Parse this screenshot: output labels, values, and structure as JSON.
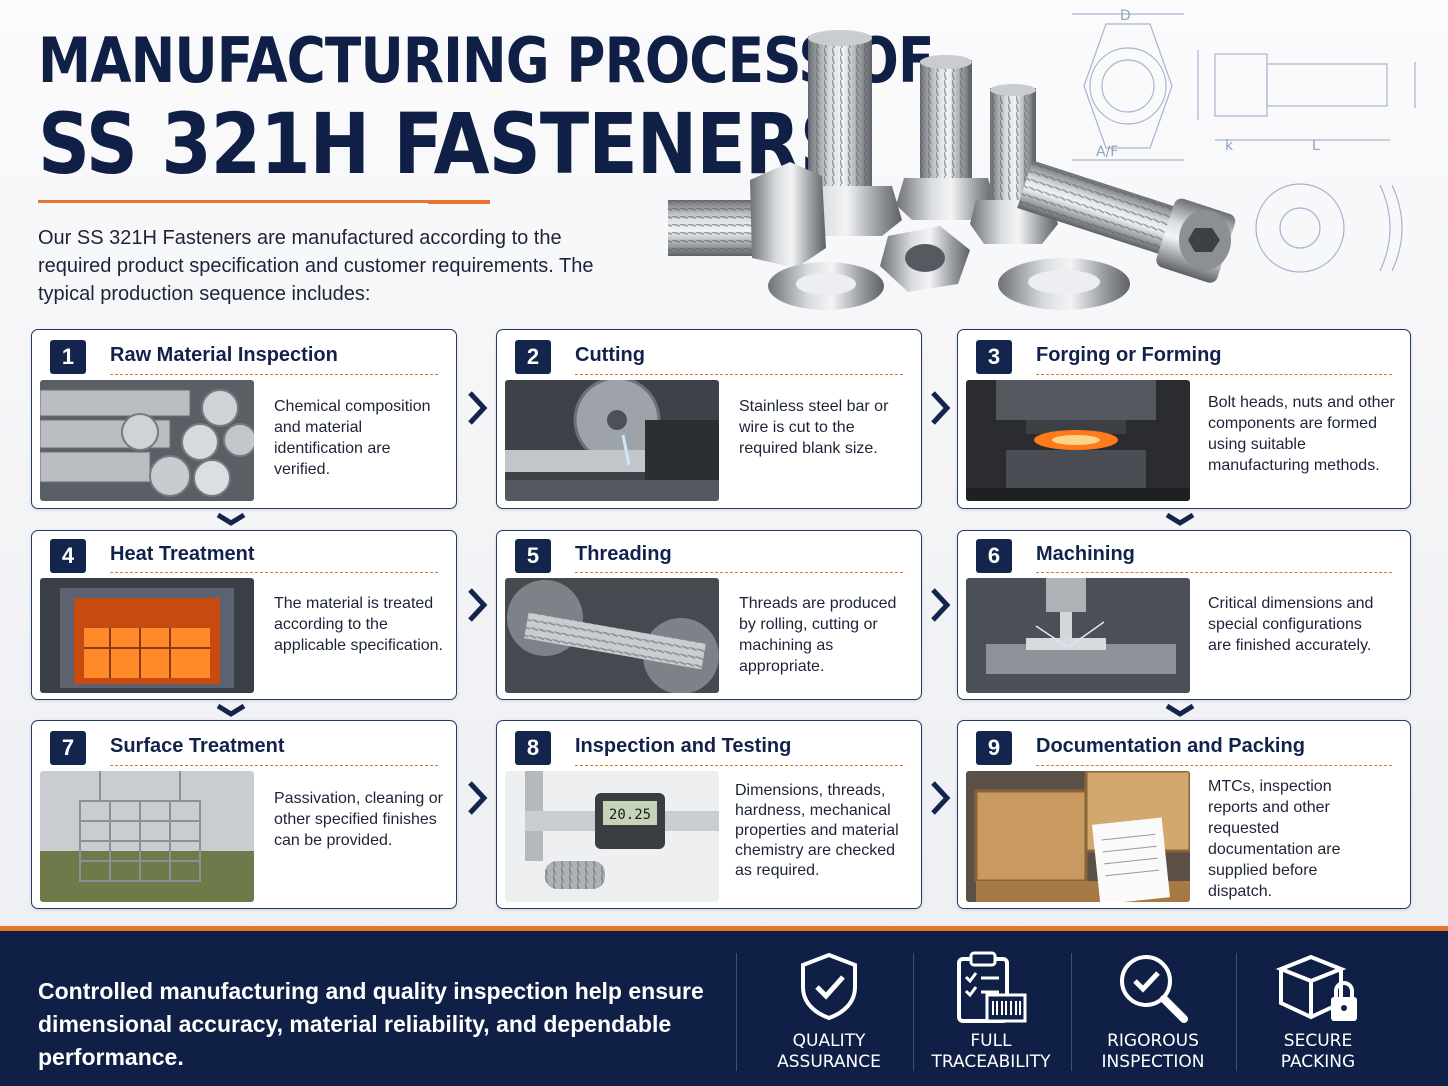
{
  "header": {
    "title_line1": "MANUFACTURING PROCESS OF",
    "title_line2": "SS 321H FASTENERS",
    "intro": "Our SS 321H Fasteners are manufactured according to the required product specification and customer requirements. The typical production sequence includes:"
  },
  "diagram": {
    "dim_d": "D",
    "dim_af": "A/F",
    "dim_k": "k",
    "dim_l": "L"
  },
  "steps": [
    {
      "num": "1",
      "title": "Raw Material Inspection",
      "desc": "Chemical composition and material identification are verified."
    },
    {
      "num": "2",
      "title": "Cutting",
      "desc": "Stainless steel bar or wire is cut to the required blank size."
    },
    {
      "num": "3",
      "title": "Forging or Forming",
      "desc": "Bolt heads, nuts and other components are formed using suitable manufacturing methods."
    },
    {
      "num": "4",
      "title": "Heat Treatment",
      "desc": "The material is treated according to the applicable specification."
    },
    {
      "num": "5",
      "title": "Threading",
      "desc": "Threads are produced by rolling, cutting or machining as appropriate."
    },
    {
      "num": "6",
      "title": "Machining",
      "desc": "Critical dimensions and special configurations are finished accurately."
    },
    {
      "num": "7",
      "title": "Surface Treatment",
      "desc": "Passivation, cleaning or other specified finishes can be provided."
    },
    {
      "num": "8",
      "title": "Inspection and Testing",
      "desc": "Dimensions, threads, hardness, mechanical properties and material chemistry are checked as required."
    },
    {
      "num": "9",
      "title": "Documentation and Packing",
      "desc": "MTCs, inspection reports and other requested documentation are supplied before dispatch."
    }
  ],
  "caliper_reading": "20.25",
  "footer": {
    "text": "Controlled manufacturing and quality inspection help ensure dimensional accuracy, material reliability, and dependable performance.",
    "features": [
      {
        "icon": "shield-check-icon",
        "line1": "QUALITY",
        "line2": "ASSURANCE"
      },
      {
        "icon": "clipboard-barcode-icon",
        "line1": "FULL",
        "line2": "TRACEABILITY"
      },
      {
        "icon": "magnifier-check-icon",
        "line1": "RIGOROUS",
        "line2": "INSPECTION"
      },
      {
        "icon": "box-lock-icon",
        "line1": "SECURE",
        "line2": "PACKING"
      }
    ]
  },
  "colors": {
    "navy": "#0f1f45",
    "orange": "#e8732a"
  }
}
